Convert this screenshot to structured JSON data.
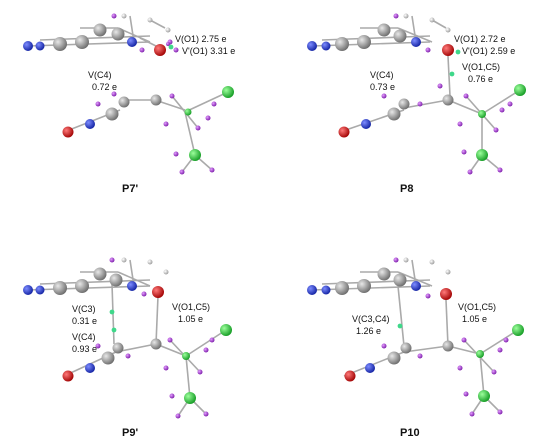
{
  "panels": [
    {
      "id": "p7",
      "label": "P7'",
      "annotations": [
        {
          "text": "V(O1) 2.75 e"
        },
        {
          "text": "V'(O1) 3.31 e"
        },
        {
          "text": "V(C4)"
        },
        {
          "text": "0.72 e"
        }
      ]
    },
    {
      "id": "p8",
      "label": "P8",
      "annotations": [
        {
          "text": "V(O1) 2.72 e"
        },
        {
          "text": "V'(O1) 2.59 e"
        },
        {
          "text": "V(O1,C5)"
        },
        {
          "text": "0.76 e"
        },
        {
          "text": "V(C4)"
        },
        {
          "text": "0.73 e"
        }
      ]
    },
    {
      "id": "p9",
      "label": "P9'",
      "annotations": [
        {
          "text": "V(C3)"
        },
        {
          "text": "0.31 e"
        },
        {
          "text": "V(C4)"
        },
        {
          "text": "0.93 e"
        },
        {
          "text": "V(O1,C5)"
        },
        {
          "text": "1.05 e"
        }
      ]
    },
    {
      "id": "p10",
      "label": "P10",
      "annotations": [
        {
          "text": "V(C3,C4)"
        },
        {
          "text": "1.26 e"
        },
        {
          "text": "V(O1,C5)"
        },
        {
          "text": "1.05 e"
        }
      ]
    }
  ],
  "atom_colors": {
    "carbon": "#8a8a8a",
    "hydrogen": "#9b2fc9",
    "nitrogen": "#2a3fd0",
    "oxygen": "#d01818",
    "chlorine": "#22c03a",
    "aluminum": "#b8b8b8",
    "attractor": "#3fd88a"
  }
}
